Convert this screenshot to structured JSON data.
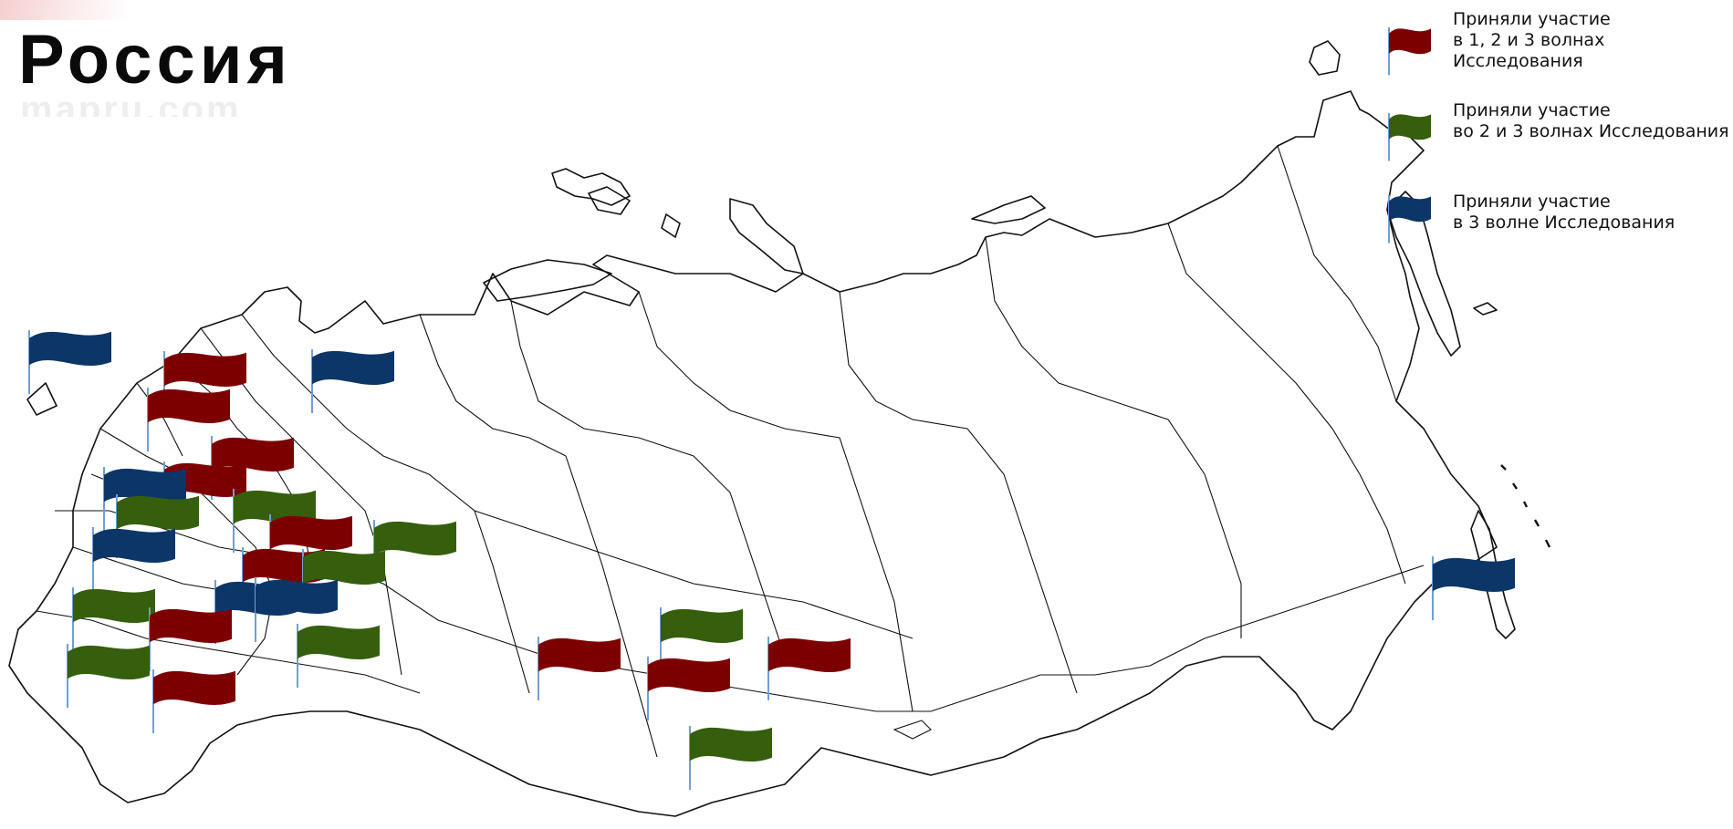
{
  "title": "Россия",
  "watermark": "mapru.com",
  "colors": {
    "wave123": "#7d0000",
    "wave23": "#355e0d",
    "wave3": "#0c3668",
    "pole": "#6f9fd6",
    "outline": "#111111"
  },
  "legend": [
    {
      "color_key": "wave123",
      "text": "Приняли участие\nв 1, 2 и 3 волнах\nИсследования"
    },
    {
      "color_key": "wave23",
      "text": "Приняли участие\nво 2 и 3 волнах Исследования"
    },
    {
      "color_key": "wave3",
      "text": "Приняли участие\nв 3 волне Исследования"
    }
  ],
  "flags": [
    {
      "region": "kaliningrad",
      "wave": "wave3"
    },
    {
      "region": "karelia",
      "wave": "wave3"
    },
    {
      "region": "leningrad",
      "wave": "wave123"
    },
    {
      "region": "novgorod",
      "wave": "wave123"
    },
    {
      "region": "vologda",
      "wave": "wave123"
    },
    {
      "region": "tver",
      "wave": "wave123"
    },
    {
      "region": "smolensk",
      "wave": "wave3"
    },
    {
      "region": "moscow",
      "wave": "wave23"
    },
    {
      "region": "yaroslavl",
      "wave": "wave23"
    },
    {
      "region": "kirov",
      "wave": "wave123"
    },
    {
      "region": "perm",
      "wave": "wave23"
    },
    {
      "region": "bryansk",
      "wave": "wave3"
    },
    {
      "region": "nizhny-novgorod",
      "wave": "wave123"
    },
    {
      "region": "chuvashia",
      "wave": "wave23"
    },
    {
      "region": "kursk",
      "wave": "wave23"
    },
    {
      "region": "tambov",
      "wave": "wave3"
    },
    {
      "region": "penza",
      "wave": "wave3"
    },
    {
      "region": "voronezh",
      "wave": "wave123"
    },
    {
      "region": "samara",
      "wave": "wave23"
    },
    {
      "region": "rostov",
      "wave": "wave23"
    },
    {
      "region": "volgograd",
      "wave": "wave123"
    },
    {
      "region": "omsk",
      "wave": "wave123"
    },
    {
      "region": "tomsk",
      "wave": "wave23"
    },
    {
      "region": "novosibirsk",
      "wave": "wave123"
    },
    {
      "region": "krasnoyarsk-south",
      "wave": "wave123"
    },
    {
      "region": "altai",
      "wave": "wave23"
    },
    {
      "region": "sakhalin",
      "wave": "wave3"
    }
  ]
}
